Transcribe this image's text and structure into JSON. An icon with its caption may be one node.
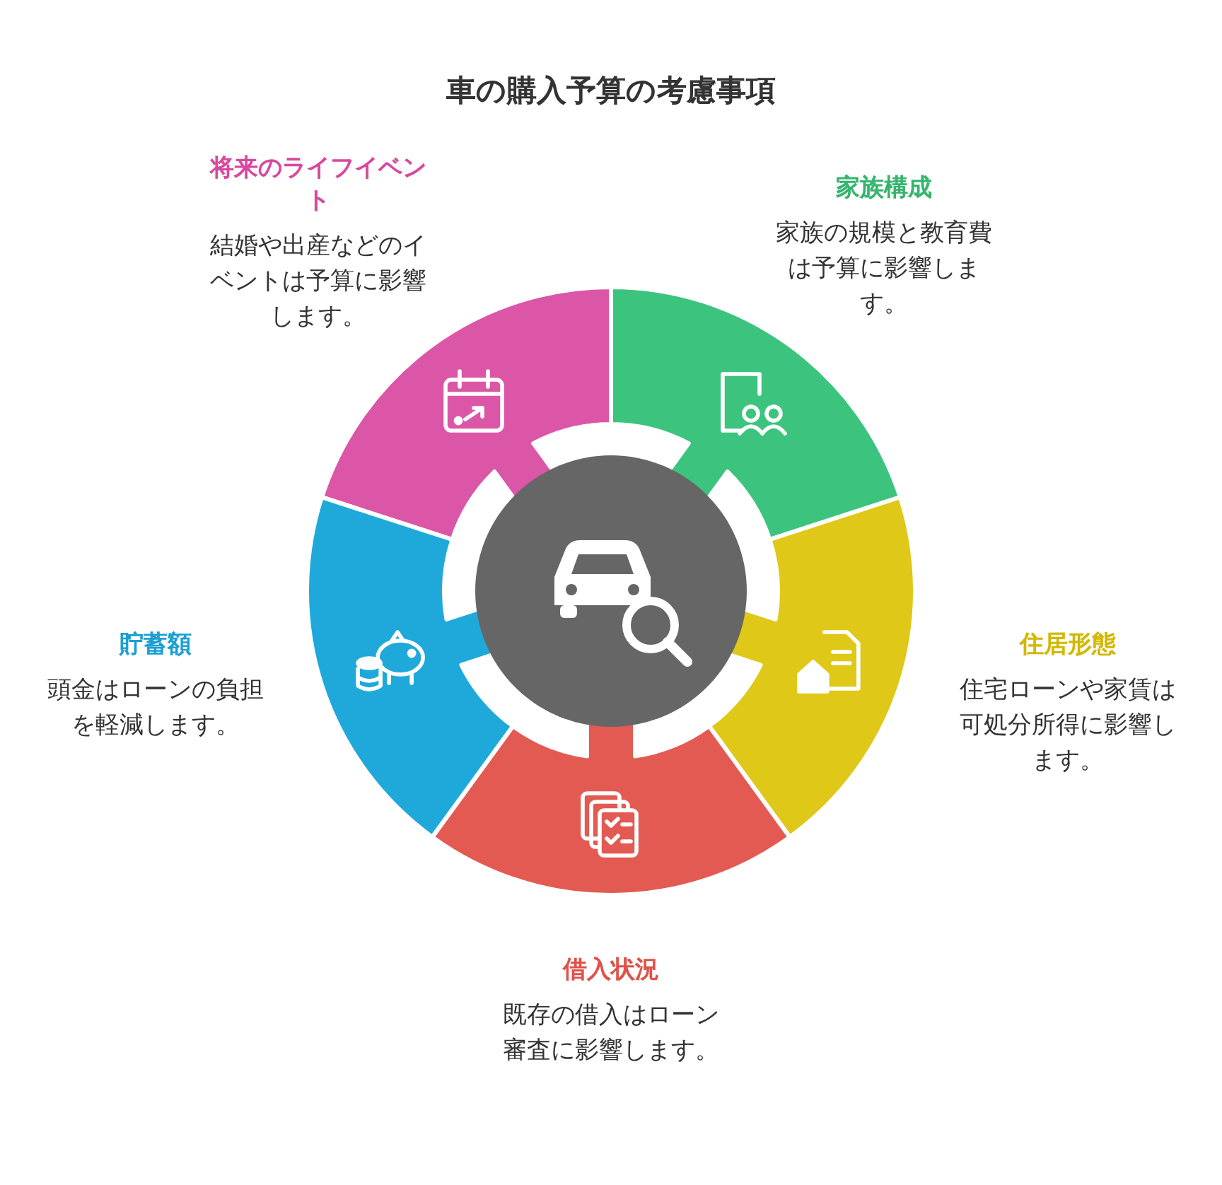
{
  "diagram": {
    "title": "車の購入予算の考慮事項",
    "nodes": [
      {
        "text": [
          "将来のライフイベント",
          "結婚や出産などのイベントは予算に影響します。"
        ]
      },
      {
        "text": [
          "家族構成",
          "家族の規模と教育費は予算に影響します。"
        ]
      },
      {
        "text": [
          "住居形態",
          "住宅ローンや家賃は可処分所得に影響します。"
        ]
      },
      {
        "text": [
          "借入状況",
          "既存の借入はローン審査に影響します。"
        ]
      },
      {
        "text": [
          "貯蓄額",
          "頭金はローンの負担を軽減します。"
        ]
      },
      {
        "text": [],
        "shape": "circle"
      }
    ]
  }
}
